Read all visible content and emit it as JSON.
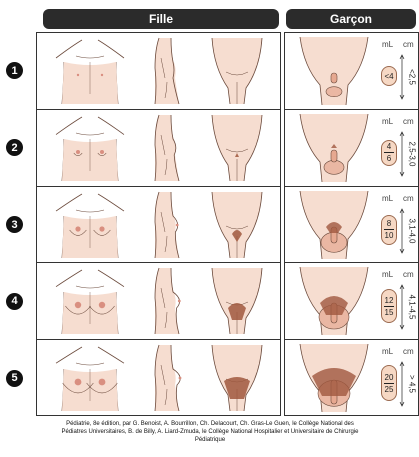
{
  "headers": {
    "fille": "Fille",
    "garcon": "Garçon"
  },
  "units": {
    "volume": "mL",
    "length": "cm"
  },
  "stages": [
    {
      "number": "1",
      "volume": "<4",
      "volume_top": "",
      "volume_bottom": "",
      "length": "<2,5"
    },
    {
      "number": "2",
      "volume": "",
      "volume_top": "4",
      "volume_bottom": "6",
      "length": "2,5-3,0"
    },
    {
      "number": "3",
      "volume": "",
      "volume_top": "8",
      "volume_bottom": "10",
      "length": "3,1-4,0"
    },
    {
      "number": "4",
      "volume": "",
      "volume_top": "12",
      "volume_bottom": "15",
      "length": "4,1-4,5"
    },
    {
      "number": "5",
      "volume": "",
      "volume_top": "20",
      "volume_bottom": "25",
      "length": "> 4,5"
    }
  ],
  "caption": {
    "line1": "Pédiatrie, 8e édition, par G. Benoist, A. Bourrillon, Ch. Delacourt, Ch. Gras-Le Guen, le Collège National des",
    "line2": "Pédiatres Universitaires, B. de Billy, A. Liard-Zmuda, le Collège National Hospitalier et Universitaire de Chirurgie",
    "line3": "Pédiatrique"
  },
  "colors": {
    "skin": "#f6ddd0",
    "outline": "#6b4a3c",
    "areola": "#d98f80",
    "hair": "#a0583e",
    "frame": "#333333",
    "header": "#2b2b2b"
  }
}
